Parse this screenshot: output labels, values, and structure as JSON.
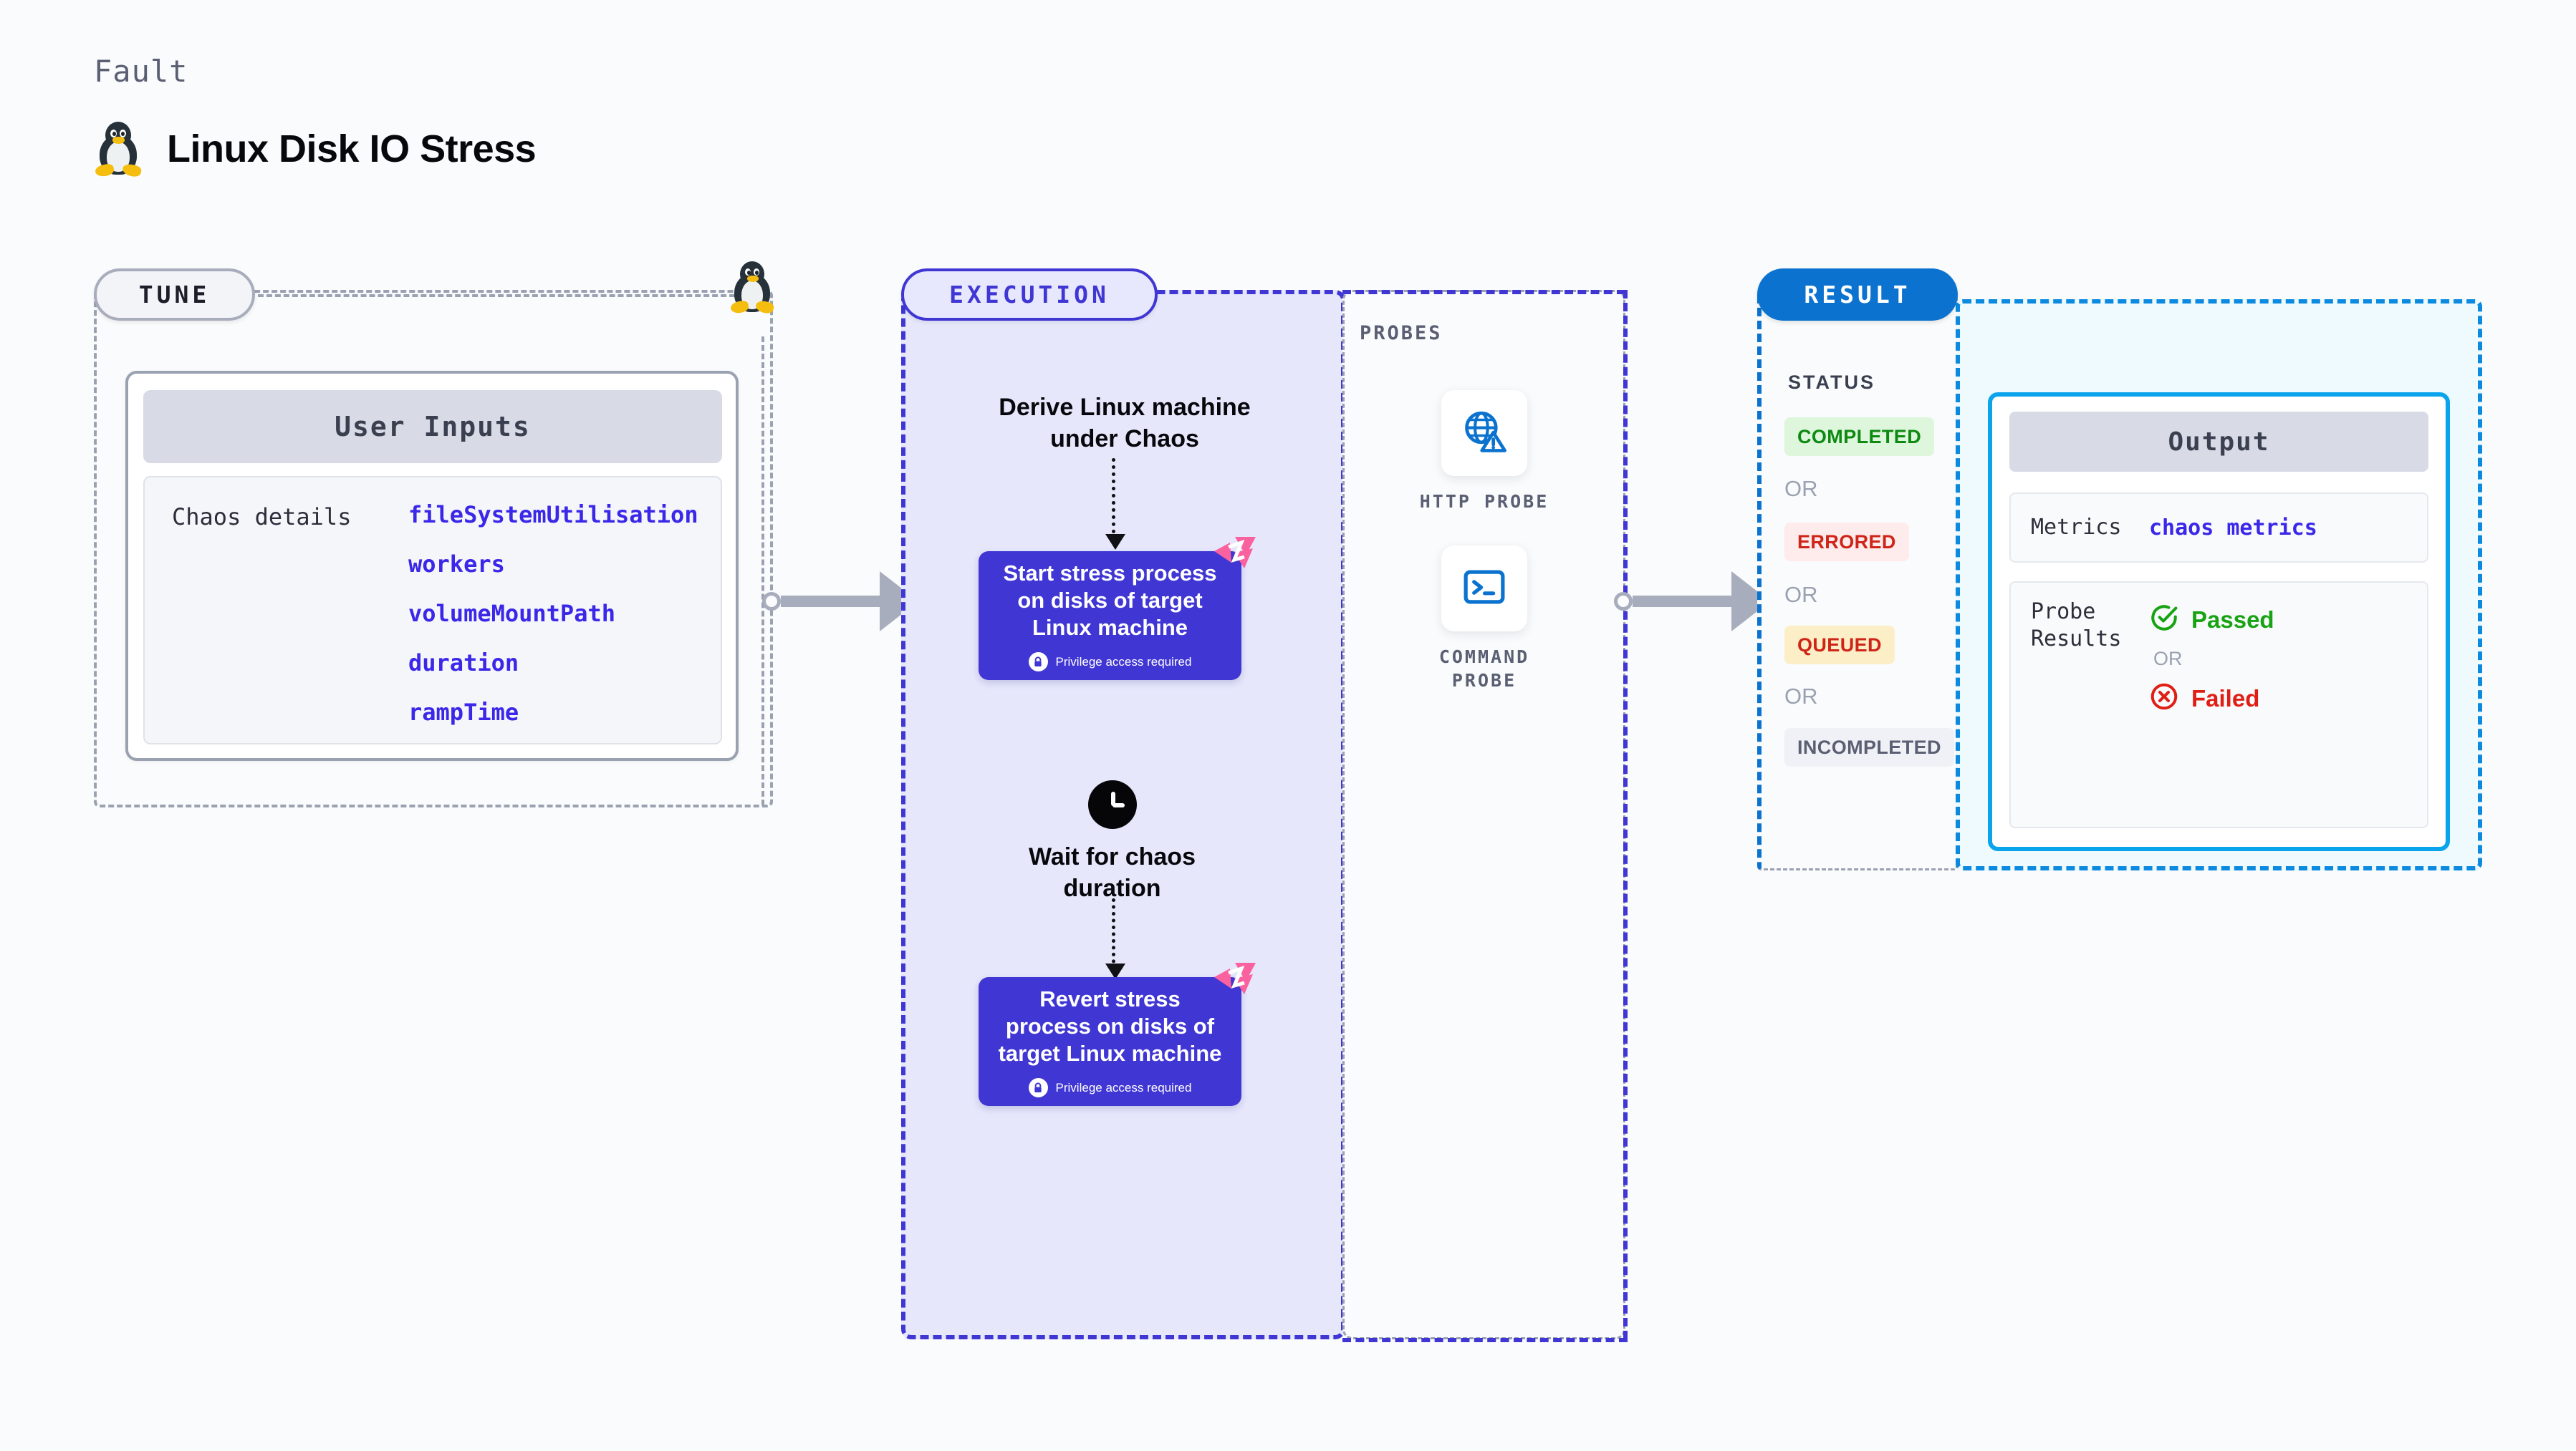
{
  "header": {
    "eyebrow": "Fault",
    "title": "Linux Disk IO Stress",
    "icon": "linux-penguin-icon"
  },
  "tune": {
    "pill_label": "TUNE",
    "card_title": "User Inputs",
    "row_key": "Chaos details",
    "values": [
      "fileSystemUtilisation",
      "workers",
      "volumeMountPath",
      "duration",
      "rampTime"
    ]
  },
  "execution": {
    "pill_label": "EXECUTION",
    "step_derive": "Derive Linux machine under Chaos",
    "box_start": {
      "title": "Start stress process on disks of target Linux machine",
      "note": "Privilege access required",
      "note_icon": "lock-icon",
      "corner_icon": "litmus-chaos-icon"
    },
    "wait_step": {
      "icon": "clock-icon",
      "label": "Wait for chaos duration"
    },
    "box_revert": {
      "title": "Revert stress process on disks of target Linux machine",
      "note": "Privilege access required",
      "note_icon": "lock-icon",
      "corner_icon": "litmus-chaos-icon"
    }
  },
  "probes": {
    "label": "PROBES",
    "items": [
      {
        "name": "HTTP PROBE",
        "icon": "globe-warning-icon"
      },
      {
        "name": "COMMAND PROBE",
        "icon": "terminal-icon"
      }
    ]
  },
  "result": {
    "pill_label": "RESULT",
    "status_label": "STATUS",
    "or_label": "OR",
    "statuses": [
      {
        "label": "COMPLETED",
        "bg": "#ddf6dc",
        "fg": "#0e8a12"
      },
      {
        "label": "ERRORED",
        "bg": "#fdeceb",
        "fg": "#cf2418"
      },
      {
        "label": "QUEUED",
        "bg": "#fcefc8",
        "fg": "#cf2418"
      },
      {
        "label": "INCOMPLETED",
        "bg": "#f0f1f6",
        "fg": "#5a5f73"
      }
    ],
    "output": {
      "title": "Output",
      "metrics_key": "Metrics",
      "metrics_value": "chaos metrics",
      "probe_key": "Probe Results",
      "passed_label": "Passed",
      "failed_label": "Failed",
      "or_label": "OR",
      "passed_icon": "check-circle-icon",
      "failed_icon": "x-circle-icon"
    }
  },
  "colors": {
    "tune_border": "#9aa1b1",
    "execution": "#4036d4",
    "execution_bg": "#e6e7fb",
    "result": "#0b73cf",
    "output_border": "#0aa4ec",
    "output_bg": "#effaff",
    "accent_value": "#3b27e8",
    "connector": "#a8adbd",
    "litmus_pink": "#f9629f"
  }
}
